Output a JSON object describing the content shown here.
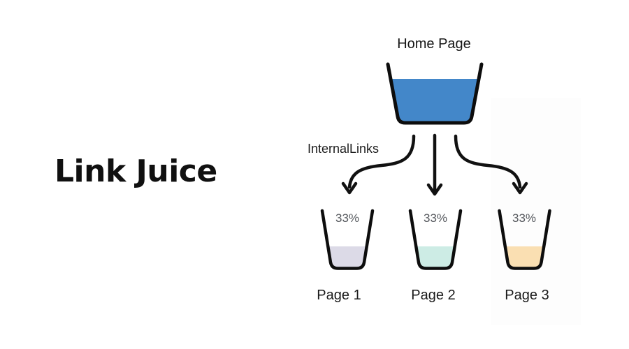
{
  "title": "Link Juice",
  "diagram": {
    "source": {
      "label": "Home Page",
      "fill_color": "#4387c9",
      "stroke_color": "#0d0d0d"
    },
    "links_label": "InternalLinks",
    "arrow_color": "#111111",
    "pages": [
      {
        "label": "Page 1",
        "share": "33%",
        "fill_color": "#dcdae7"
      },
      {
        "label": "Page 2",
        "share": "33%",
        "fill_color": "#cdece5"
      },
      {
        "label": "Page 3",
        "share": "33%",
        "fill_color": "#fadfb2"
      }
    ]
  }
}
